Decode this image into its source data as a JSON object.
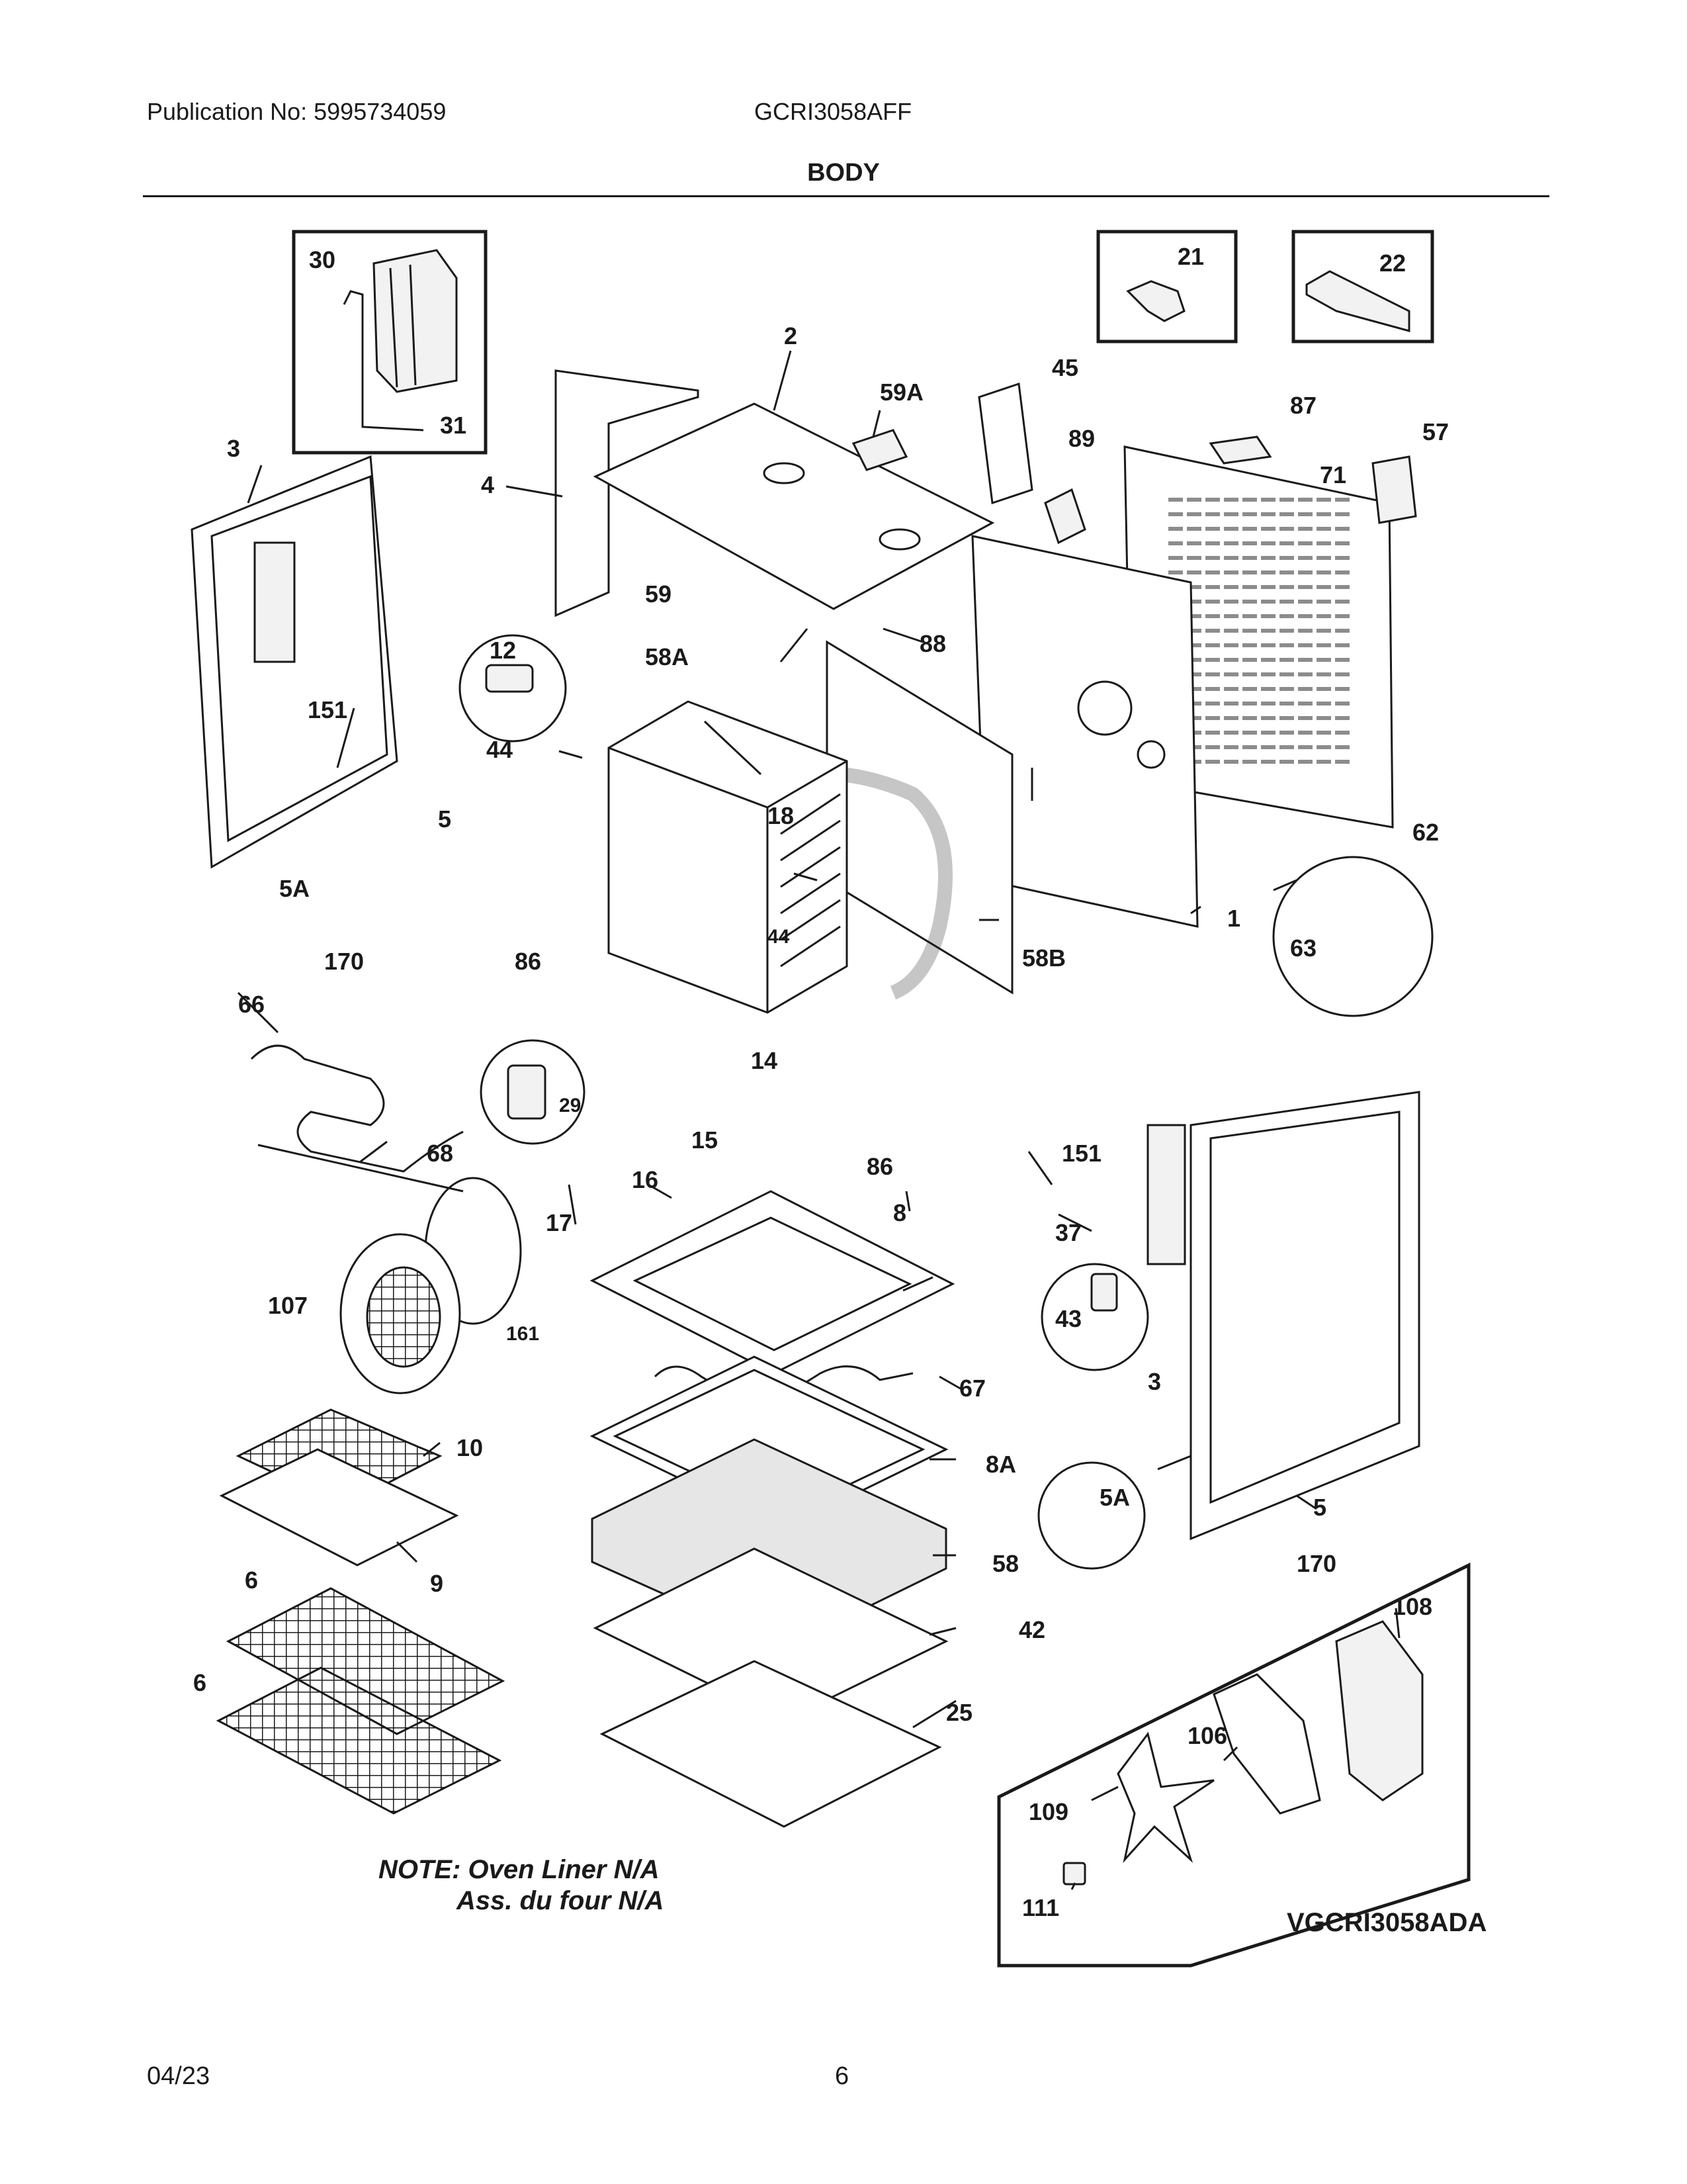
{
  "header": {
    "publication": "Publication No: 5995734059",
    "model": "GCRI3058AFF",
    "section_title": "BODY"
  },
  "footer": {
    "date": "04/23",
    "page_number": "6"
  },
  "note": {
    "line1": "NOTE: Oven Liner N/A",
    "line2": "Ass. du four N/A"
  },
  "inset_caption": "VGCRI3058ADA",
  "callouts": {
    "c1": "1",
    "c2": "2",
    "c3_left": "3",
    "c3_right": "3",
    "c4": "4",
    "c5_left": "5",
    "c5_right": "5",
    "c5A_left": "5A",
    "c5A_right": "5A",
    "c6_top": "6",
    "c6_bottom": "6",
    "c8": "8",
    "c8A": "8A",
    "c9": "9",
    "c10": "10",
    "c12": "12",
    "c14": "14",
    "c15": "15",
    "c16": "16",
    "c17": "17",
    "c18": "18",
    "c21": "21",
    "c22": "22",
    "c25": "25",
    "c29": "29",
    "c30": "30",
    "c31": "31",
    "c37": "37",
    "c42": "42",
    "c43": "43",
    "c44_left": "44",
    "c44_center": "44",
    "c45": "45",
    "c57": "57",
    "c58": "58",
    "c58A": "58A",
    "c58B": "58B",
    "c59": "59",
    "c59A": "59A",
    "c62": "62",
    "c63": "63",
    "c66": "66",
    "c67": "67",
    "c68": "68",
    "c71": "71",
    "c86_left": "86",
    "c86_right": "86",
    "c87": "87",
    "c88": "88",
    "c89": "89",
    "c106": "106",
    "c107": "107",
    "c108": "108",
    "c109": "109",
    "c111": "111",
    "c151_left": "151",
    "c151_right": "151",
    "c161": "161",
    "c170_left": "170",
    "c170_right": "170"
  },
  "colors": {
    "ink": "#1a1a1a",
    "background": "#ffffff",
    "panel_fill": "#f2f2f2",
    "insulation_fill": "#e6e6e6"
  }
}
